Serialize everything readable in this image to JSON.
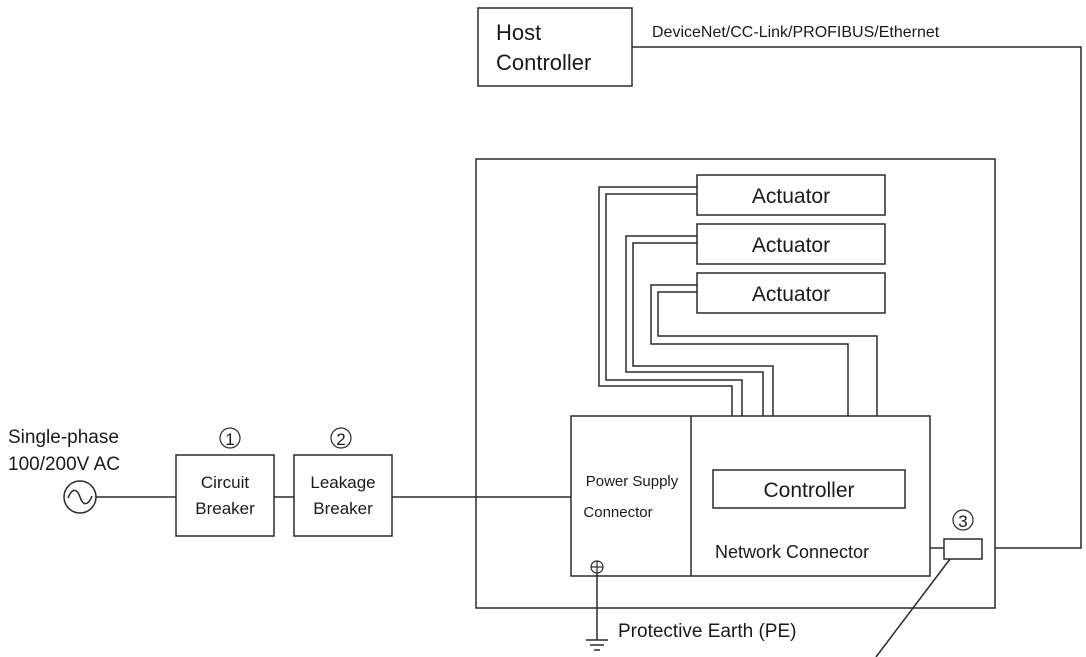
{
  "host": {
    "line1": "Host",
    "line2": "Controller"
  },
  "network_label": "DeviceNet/CC-Link/PROFIBUS/Ethernet",
  "actuators": [
    "Actuator",
    "Actuator",
    "Actuator"
  ],
  "power_source": {
    "line1": "Single-phase",
    "line2": "100/200V AC"
  },
  "circuit_breaker": {
    "number": "①",
    "line1": "Circuit",
    "line2": "Breaker"
  },
  "leakage_breaker": {
    "number": "②",
    "line1": "Leakage",
    "line2": "Breaker"
  },
  "power_supply_connector": {
    "line1": "Power Supply",
    "line2": "Connector"
  },
  "controller": "Controller",
  "network_connector": "Network Connector",
  "terminator_number": "③",
  "protective_earth": "Protective Earth (PE)",
  "ground_symbol": "⊕"
}
